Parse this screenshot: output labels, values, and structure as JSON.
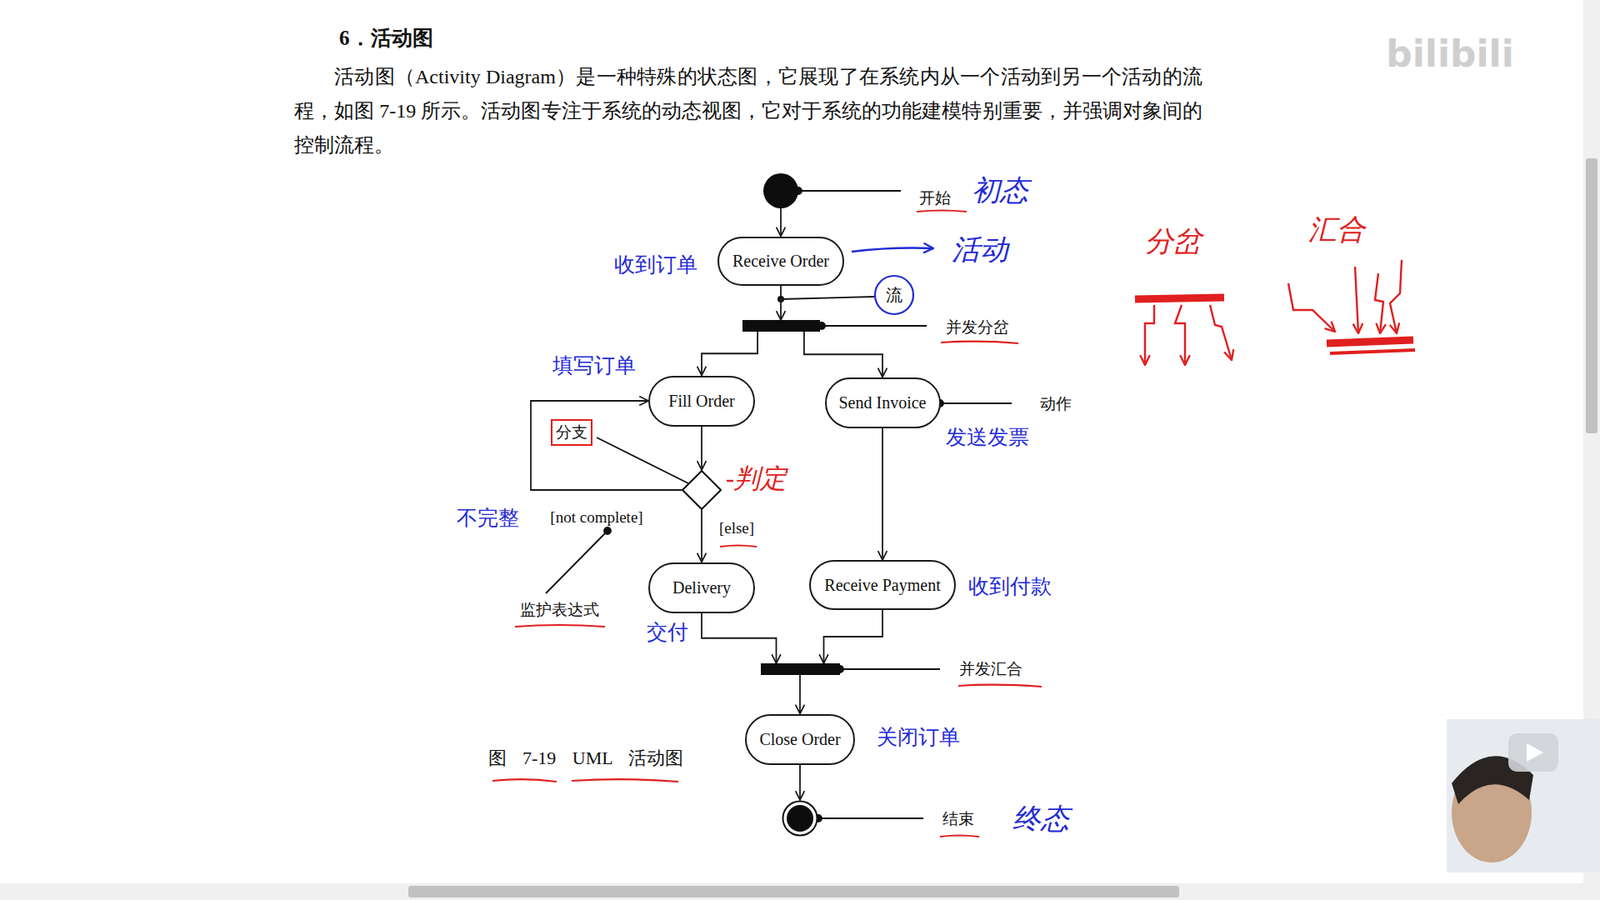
{
  "diagram": {
    "title": "6．活动图",
    "caption": "图 7-19 UML 活动图",
    "nodes": [
      {
        "text": [
          "开始"
        ]
      },
      {
        "text": [
          "Receive Order"
        ]
      },
      {
        "text": [
          "并发分岔"
        ]
      },
      {
        "text": [
          "Fill Order"
        ]
      },
      {
        "text": [
          "Send Invoice"
        ]
      },
      {
        "text": [
          "分支"
        ]
      },
      {
        "text": [
          "Delivery"
        ]
      },
      {
        "text": [
          "Receive Payment"
        ]
      },
      {
        "text": [
          "并发汇合"
        ]
      },
      {
        "text": [
          "Close Order"
        ]
      },
      {
        "text": [
          "结束"
        ]
      }
    ],
    "edges": [
      {
        "from": 0,
        "to": 1,
        "arrow": "to"
      },
      {
        "from": 1,
        "to": 2,
        "arrow": "to"
      },
      {
        "from": 2,
        "to": 3,
        "arrow": "to"
      },
      {
        "from": 2,
        "to": 4,
        "arrow": "to"
      },
      {
        "from": 3,
        "to": 5,
        "arrow": "to"
      },
      {
        "from": 5,
        "to": 3,
        "label": "[not complete]",
        "arrow": "to"
      },
      {
        "from": 5,
        "to": 6,
        "label": "[else]",
        "arrow": "to"
      },
      {
        "from": 4,
        "to": 7,
        "arrow": "to"
      },
      {
        "from": 6,
        "to": 8,
        "arrow": "to"
      },
      {
        "from": 7,
        "to": 8,
        "arrow": "to"
      },
      {
        "from": 8,
        "to": 9,
        "arrow": "to"
      },
      {
        "from": 9,
        "to": 10,
        "arrow": "to"
      }
    ],
    "labels": [
      "活动图（Activity Diagram）是一种特殊的状态图，它展现了在系统内从一个活动到另一个活动的流程，如图 7-19 所示。活动图专注于系统的动态视图，它对于系统的功能建模特别重要，并强调对象间的控制流程。",
      "初态",
      "活动",
      "收到订单",
      "流",
      "填写订单",
      "动作",
      "发送发票",
      "判定",
      "不完整",
      "监护表达式",
      "交付",
      "收到付款",
      "关闭订单",
      "终态",
      "分岔",
      "汇合",
      "bilibili"
    ]
  }
}
